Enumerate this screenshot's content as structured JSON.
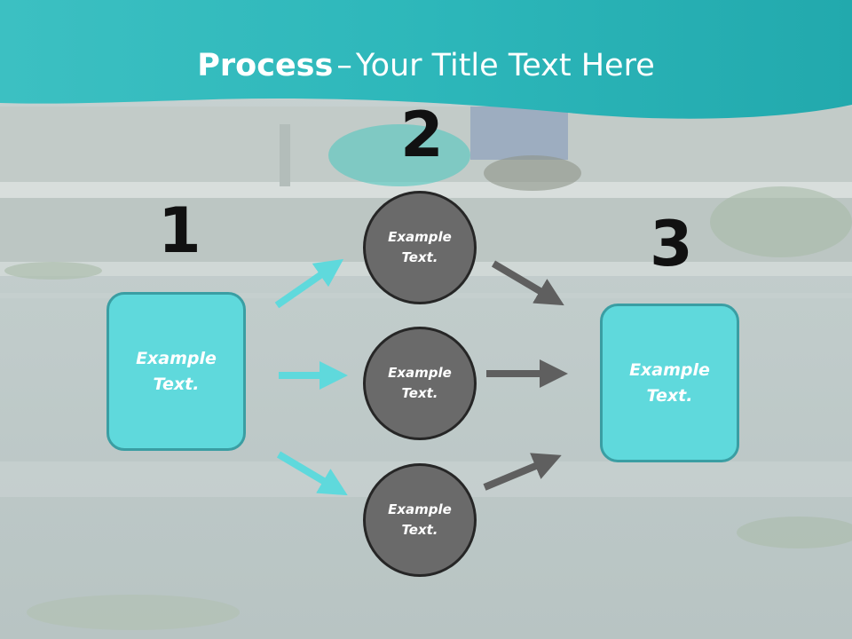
{
  "slide": {
    "title_bold": "Process",
    "title_dash": "–",
    "title_rest": "Your Title Text Here",
    "accent_color": "#2fc4c8",
    "box_color": "#5fd9dc",
    "circle_color": "#6a6a6a"
  },
  "steps": {
    "num1": "1",
    "num2": "2",
    "num3": "3"
  },
  "left_box": {
    "line1": "Example",
    "line2": "Text."
  },
  "right_box": {
    "line1": "Example",
    "line2": "Text."
  },
  "circles": [
    {
      "line1": "Example",
      "line2": "Text."
    },
    {
      "line1": "Example",
      "line2": "Text."
    },
    {
      "line1": "Example",
      "line2": "Text."
    }
  ]
}
